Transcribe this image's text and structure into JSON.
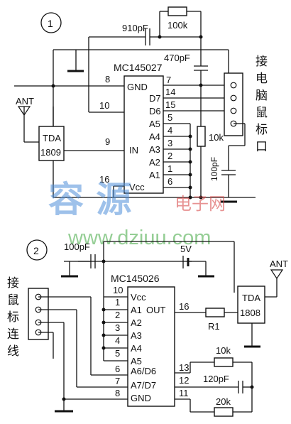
{
  "circuit1": {
    "number": "1",
    "ic_name": "MC145027",
    "ic_pins": [
      {
        "num": "8",
        "name": "GND"
      },
      {
        "num": "10",
        "name": ""
      },
      {
        "num": "9",
        "name": "IN"
      },
      {
        "num": "16",
        "name": "Vcc"
      },
      {
        "num": "7",
        "name": ""
      },
      {
        "num": "14",
        "name": "D7"
      },
      {
        "num": "15",
        "name": "D6"
      },
      {
        "num": "5",
        "name": "A5"
      },
      {
        "num": "4",
        "name": "A4"
      },
      {
        "num": "3",
        "name": "A3"
      },
      {
        "num": "2",
        "name": "A2"
      },
      {
        "num": "1",
        "name": "A1"
      },
      {
        "num": "6",
        "name": ""
      }
    ],
    "cap_top": "910pF",
    "res_top": "100k",
    "cap_470": "470pF",
    "res_10k": "10k",
    "cap_100": "100pF",
    "tda": [
      "TDA",
      "1809"
    ],
    "ant": "ANT",
    "connector_label": [
      "接",
      "电",
      "脑",
      "鼠",
      "标",
      "口"
    ]
  },
  "circuit2": {
    "number": "2",
    "ic_name": "MC145026",
    "ic_pins": [
      {
        "num": "10",
        "name": "Vcc"
      },
      {
        "num": "1",
        "name": "A1"
      },
      {
        "num": "2",
        "name": "A2"
      },
      {
        "num": "3",
        "name": "A3"
      },
      {
        "num": "4",
        "name": "A4"
      },
      {
        "num": "5",
        "name": "A5"
      },
      {
        "num": "6",
        "name": "A6/D6"
      },
      {
        "num": "7",
        "name": "A7/D7"
      },
      {
        "num": "8",
        "name": "GND"
      },
      {
        "num": "16",
        "name": "OUT"
      },
      {
        "num": "13",
        "name": ""
      },
      {
        "num": "12",
        "name": ""
      },
      {
        "num": "11",
        "name": ""
      }
    ],
    "cap_100": "100pF",
    "supply": "5V",
    "r1": "R1",
    "res_10k": "10k",
    "cap_120": "120pF",
    "res_20k": "20k",
    "tda": [
      "TDA",
      "1808"
    ],
    "ant": "ANT",
    "connector_label": [
      "接",
      "鼠",
      "标",
      "连",
      "线"
    ]
  },
  "watermark": {
    "brand": "容 源",
    "sub": "电子网",
    "url": "www.dziuu.com"
  }
}
